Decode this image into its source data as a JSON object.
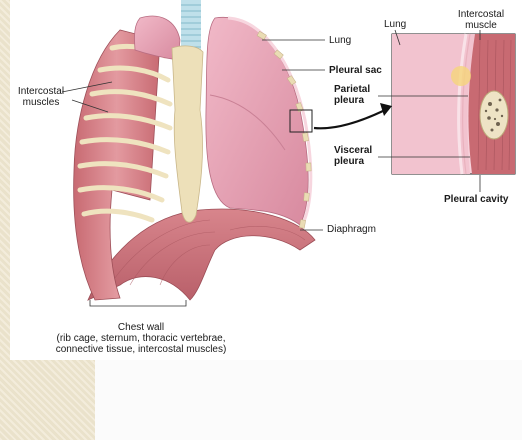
{
  "labels": {
    "lung": "Lung",
    "pleural_sac": "Pleural sac",
    "parietal_pleura_1": "Parietal",
    "parietal_pleura_2": "pleura",
    "visceral_pleura_1": "Visceral",
    "visceral_pleura_2": "pleura",
    "diaphragm": "Diaphragm",
    "intercostal_muscles_1": "Intercostal",
    "intercostal_muscles_2": "muscles",
    "inset_lung": "Lung",
    "inset_intercostal_1": "Intercostal",
    "inset_intercostal_2": "muscle",
    "pleural_cavity": "Pleural cavity",
    "chest_wall_title": "Chest wall",
    "chest_wall_line1": "(rib cage, sternum, thoracic vertebrae,",
    "chest_wall_line2": "connective tissue, intercostal muscles)"
  },
  "colors": {
    "lung": "#e9a5b8",
    "muscle": "#c8707a",
    "bone": "#ecdfb8",
    "pleura": "#f4c6d2",
    "arrow": "#111111"
  }
}
